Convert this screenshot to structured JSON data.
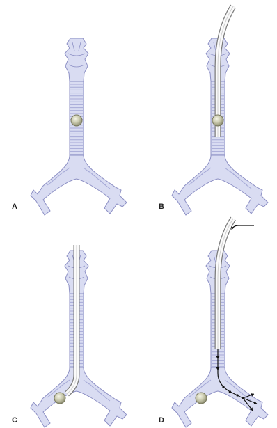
{
  "figure": {
    "panels": [
      {
        "label": "A",
        "tube": "none",
        "foreign_body": "trachea",
        "guidewire": false
      },
      {
        "label": "B",
        "tube": "upper-airway",
        "foreign_body": "trachea",
        "guidewire": false
      },
      {
        "label": "C",
        "tube": "advanced-to-carina",
        "foreign_body": "right-main-bronchus",
        "guidewire": false
      },
      {
        "label": "D",
        "tube": "upper-airway",
        "foreign_body": "right-main-bronchus",
        "guidewire": true
      }
    ],
    "colors": {
      "airway_fill": "#d9dcf2",
      "airway_stroke": "#8c8fc4",
      "ring": "#a6a9d6",
      "tube_fill": "#f2f2f2",
      "tube_stroke": "#7a7a7a",
      "foreign_body": "#b8b89a",
      "guidewire": "#111111"
    }
  }
}
